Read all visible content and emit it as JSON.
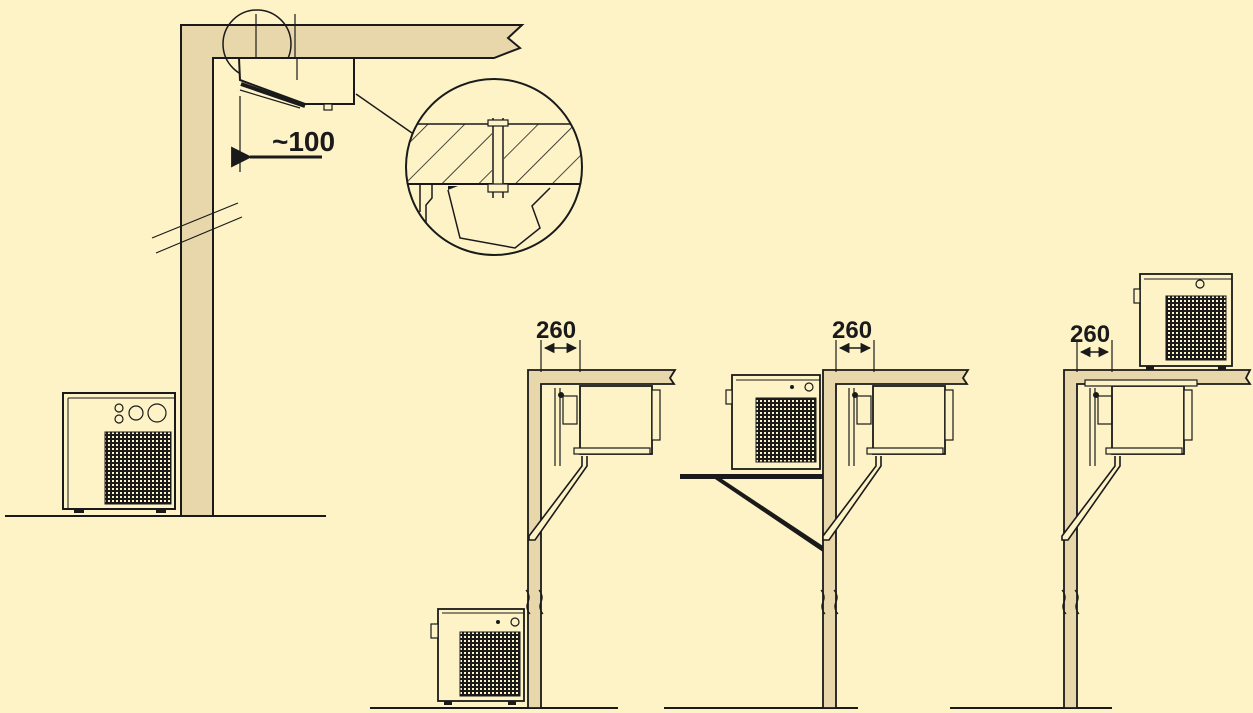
{
  "colors": {
    "background": "#fdf3c7",
    "wall_fill": "#e9d7ac",
    "unit_fill": "#fdf3c7",
    "ink": "#1a1a1a"
  },
  "labels": {
    "ceiling_gap": "~100",
    "clearance_1": "260",
    "clearance_2": "260",
    "clearance_3": "260"
  },
  "icons": {
    "detail": "bolt-anchor-detail-icon",
    "condensing_unit": "condensing-unit-icon",
    "evaporator": "ceiling-evaporator-icon"
  }
}
